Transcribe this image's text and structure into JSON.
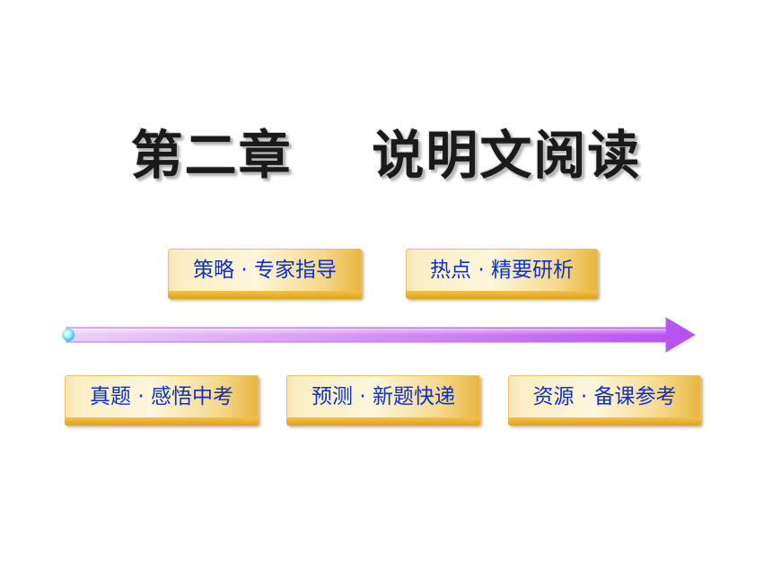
{
  "slide": {
    "title": "第二章    说明文阅读"
  },
  "nav": {
    "strategy": "策略 · 专家指导",
    "hotspot": "热点 · 精要研析",
    "real_exam": "真题 · 感悟中考",
    "prediction": "预测 · 新题快递",
    "resources": "资源 · 备课参考"
  },
  "colors": {
    "label_text": "#1030c8",
    "button_gold": "#e8b53e",
    "button_cream": "#fdf6dc",
    "arrow_purple": "#b64ef0",
    "arrow_light": "#e6c2f8",
    "arrow_tip": "#7de3ff"
  },
  "icons": {
    "timeline_arrow": "timeline-arrow-icon"
  }
}
